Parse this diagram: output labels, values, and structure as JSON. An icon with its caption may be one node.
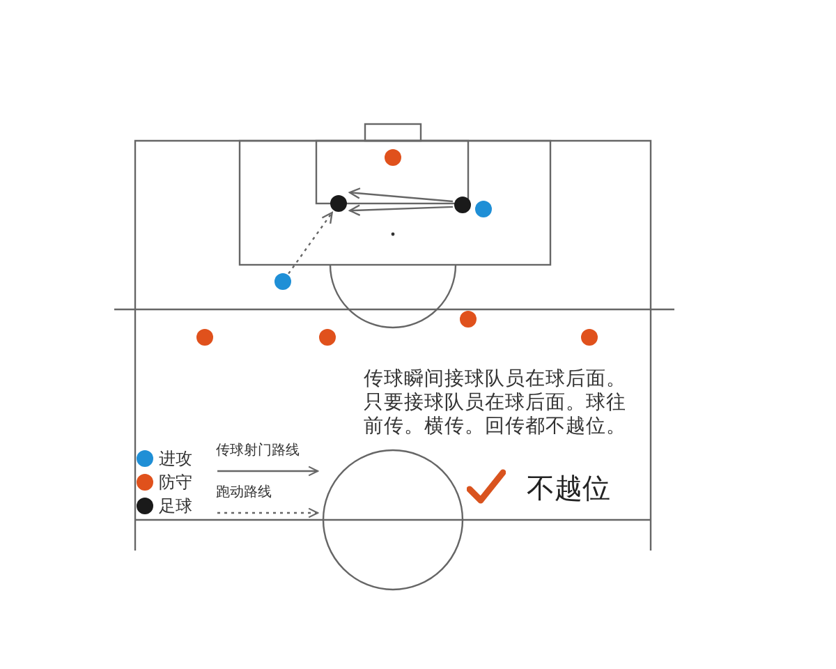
{
  "diagram": {
    "nodes": [
      {
        "text": [],
        "shape": "circle"
      },
      {
        "text": [],
        "shape": "circle"
      },
      {
        "text": [],
        "shape": "circle"
      },
      {
        "text": [],
        "shape": "circle"
      },
      {
        "text": [],
        "shape": "circle"
      },
      {
        "text": [],
        "shape": "circle"
      },
      {
        "text": [],
        "shape": "circle"
      },
      {
        "text": [],
        "shape": "circle"
      },
      {
        "text": [],
        "shape": "circle"
      }
    ],
    "edges": [
      {
        "from": 2,
        "to": 1,
        "arrow": "to"
      },
      {
        "from": 2,
        "to": 1,
        "arrow": "to"
      },
      {
        "from": 4,
        "to": 1,
        "arrow": "to",
        "style": "dashed"
      }
    ],
    "labels": [
      "传球瞬间接球队员在球后面。只要接球队员在球后面。球往前传。横传。回传都不越位。",
      "不越位"
    ],
    "legend": [
      {
        "text": "进攻",
        "color": "#1f8fd6"
      },
      {
        "text": "防守",
        "color": "#e0511c"
      },
      {
        "text": "足球",
        "color": "#1a1a1a"
      },
      {
        "text": "传球射门路线"
      },
      {
        "text": "跑动路线"
      }
    ]
  }
}
